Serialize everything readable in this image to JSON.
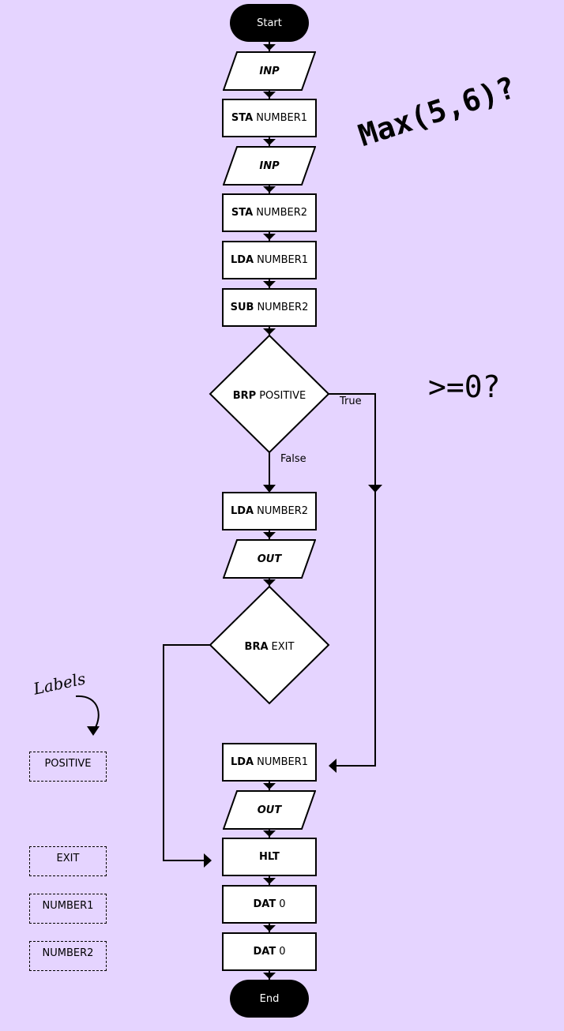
{
  "flowchart": {
    "start": "Start",
    "end": "End",
    "steps": [
      {
        "kind": "io",
        "text": "INP"
      },
      {
        "kind": "process",
        "op": "STA",
        "arg": "NUMBER1"
      },
      {
        "kind": "io",
        "text": "INP"
      },
      {
        "kind": "process",
        "op": "STA",
        "arg": "NUMBER2"
      },
      {
        "kind": "process",
        "op": "LDA",
        "arg": "NUMBER1"
      },
      {
        "kind": "process",
        "op": "SUB",
        "arg": "NUMBER2"
      },
      {
        "kind": "decision",
        "op": "BRP",
        "arg": "POSITIVE"
      },
      {
        "kind": "process",
        "op": "LDA",
        "arg": "NUMBER2"
      },
      {
        "kind": "io",
        "text": "OUT"
      },
      {
        "kind": "decision",
        "op": "BRA",
        "arg": "EXIT"
      },
      {
        "kind": "process",
        "op": "LDA",
        "arg": "NUMBER1"
      },
      {
        "kind": "io",
        "text": "OUT"
      },
      {
        "kind": "process",
        "op": "HLT",
        "arg": ""
      },
      {
        "kind": "process",
        "op": "DAT",
        "arg": "0"
      },
      {
        "kind": "process",
        "op": "DAT",
        "arg": "0"
      }
    ],
    "edge_labels": {
      "true": "True",
      "false": "False"
    }
  },
  "labels_panel": {
    "heading": "Labels",
    "items": [
      "POSITIVE",
      "EXIT",
      "NUMBER1",
      "NUMBER2"
    ]
  },
  "notes": {
    "max_question": "Max(5,6)?",
    "ge_zero_question": ">=0?"
  },
  "colors": {
    "background": "#e5d4ff",
    "node_fill": "#ffffff",
    "terminal_fill": "#000000",
    "stroke": "#000000"
  }
}
